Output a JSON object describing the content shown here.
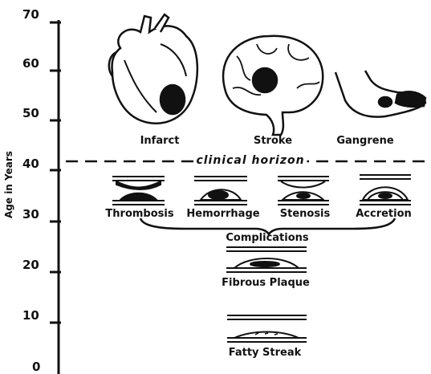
{
  "axis": {
    "title": "Age in Years",
    "ticks": [
      "70",
      "60",
      "50",
      "40",
      "30",
      "20",
      "10",
      "0"
    ]
  },
  "horizon_label": "clinical horizon",
  "events": {
    "infarct": "Infarct",
    "stroke": "Stroke",
    "gangrene": "Gangrene"
  },
  "lesions": {
    "thrombosis": "Thrombosis",
    "hemorrhage": "Hemorrhage",
    "stenosis": "Stenosis",
    "accretion": "Accretion",
    "complications": "Complications",
    "fibrous_plaque": "Fibrous Plaque",
    "fatty_streak": "Fatty Streak"
  }
}
